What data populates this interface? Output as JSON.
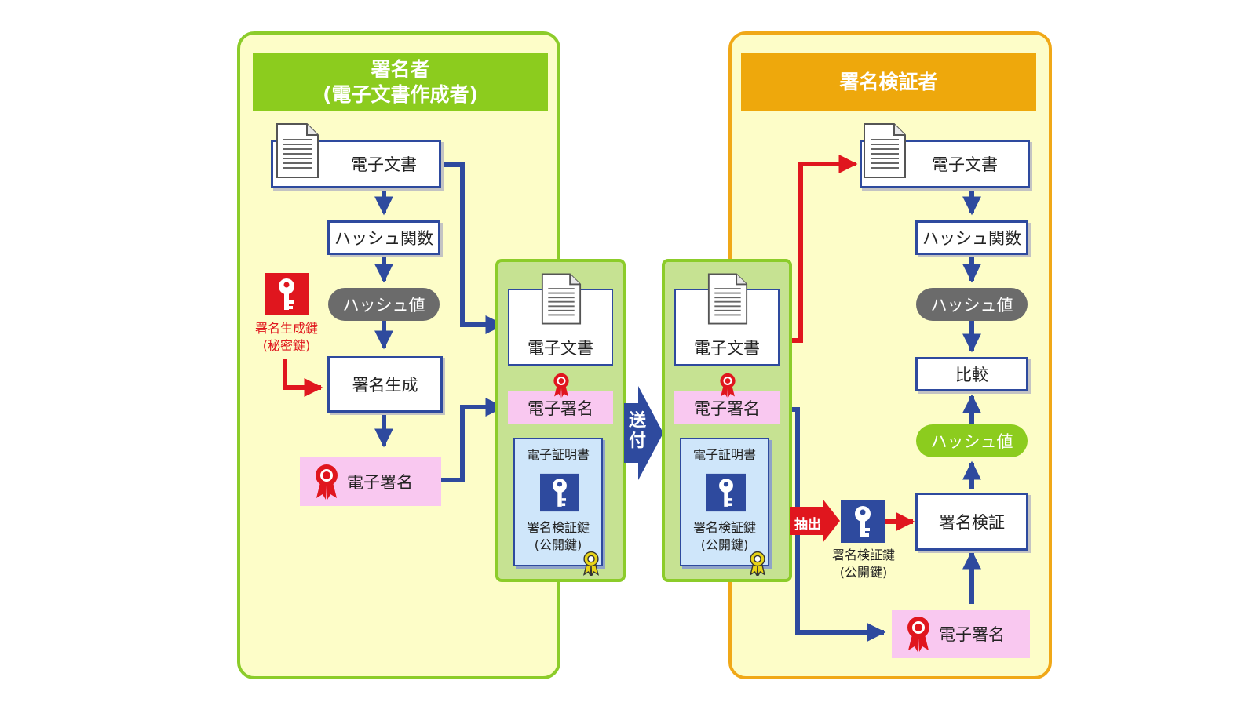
{
  "signer": {
    "header_line1": "署名者",
    "header_line2": "(電子文書作成者)",
    "document": "電子文書",
    "hash_function": "ハッシュ関数",
    "hash_value": "ハッシュ値",
    "private_key_line1": "署名生成鍵",
    "private_key_line2": "(秘密鍵)",
    "signature_generation": "署名生成",
    "digital_signature": "電子署名"
  },
  "sent_package": {
    "document": "電子文書",
    "digital_signature": "電子署名",
    "certificate_title": "電子証明書",
    "key_line1": "署名検証鍵",
    "key_line2": "(公開鍵)"
  },
  "send_label_line1": "送",
  "send_label_line2": "付",
  "received_package": {
    "document": "電子文書",
    "digital_signature": "電子署名",
    "certificate_title": "電子証明書",
    "key_line1": "署名検証鍵",
    "key_line2": "(公開鍵)"
  },
  "verifier": {
    "header": "署名検証者",
    "extract_label": "抽出",
    "key_line1": "署名検証鍵",
    "key_line2": "(公開鍵)",
    "document": "電子文書",
    "hash_function": "ハッシュ関数",
    "hash_value_top": "ハッシュ値",
    "compare": "比較",
    "hash_value_bottom": "ハッシュ値",
    "signature_verification": "署名検証",
    "digital_signature": "電子署名"
  },
  "colors": {
    "arrow_blue": "#2e4a9e",
    "arrow_red": "#e0161e",
    "signer_panel_border": "#8ccc2a",
    "verifier_panel_border": "#f0a818",
    "panel_fill": "#fdfdc8",
    "signature_fill": "#f9c8f0",
    "hash_gray": "#6b6b6b",
    "hash_green": "#8ccc1e"
  }
}
